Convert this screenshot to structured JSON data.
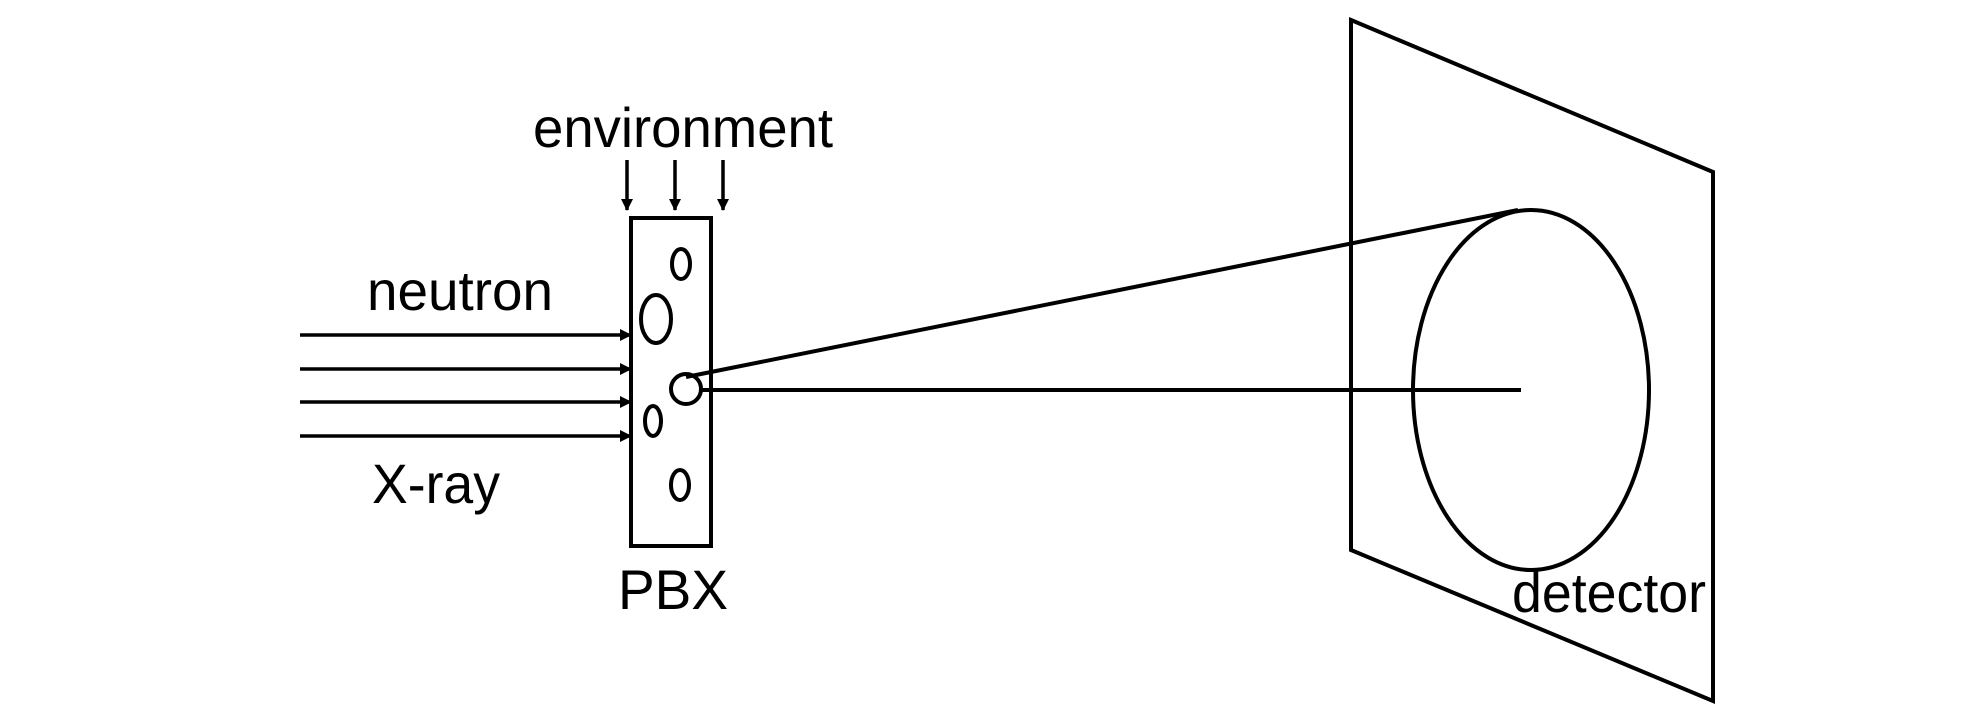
{
  "labels": {
    "environment": "environment",
    "neutron": "neutron",
    "xray": "X-ray",
    "sample": "PBX",
    "detector": "detector"
  },
  "colors": {
    "ink": "#000000",
    "background": "#ffffff"
  }
}
